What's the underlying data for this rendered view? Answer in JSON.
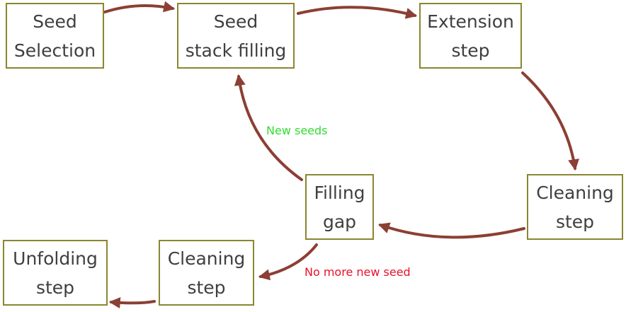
{
  "colors": {
    "box_border": "#8a8630",
    "box_text": "#3f3f3f",
    "arrow": "#8c3f34",
    "new_seeds_label": "#33dd33",
    "no_more_label": "#e8102b"
  },
  "nodes": {
    "seed_selection": {
      "line1": "Seed",
      "line2": "Selection"
    },
    "seed_stack_filling": {
      "line1": "Seed",
      "line2": "stack filling"
    },
    "extension_step": {
      "line1": "Extension",
      "line2": "step"
    },
    "cleaning_step_right": {
      "line1": "Cleaning",
      "line2": "step"
    },
    "filling_gap": {
      "line1": "Filling",
      "line2": "gap"
    },
    "cleaning_step_left": {
      "line1": "Cleaning",
      "line2": "step"
    },
    "unfolding_step": {
      "line1": "Unfolding",
      "line2": "step"
    }
  },
  "edges": [
    {
      "from": "seed_selection",
      "to": "seed_stack_filling",
      "label": ""
    },
    {
      "from": "seed_stack_filling",
      "to": "extension_step",
      "label": ""
    },
    {
      "from": "extension_step",
      "to": "cleaning_step_right",
      "label": ""
    },
    {
      "from": "cleaning_step_right",
      "to": "filling_gap",
      "label": ""
    },
    {
      "from": "filling_gap",
      "to": "seed_stack_filling",
      "label": "New seeds"
    },
    {
      "from": "filling_gap",
      "to": "cleaning_step_left",
      "label": "No more new seed"
    },
    {
      "from": "cleaning_step_left",
      "to": "unfolding_step",
      "label": ""
    }
  ]
}
